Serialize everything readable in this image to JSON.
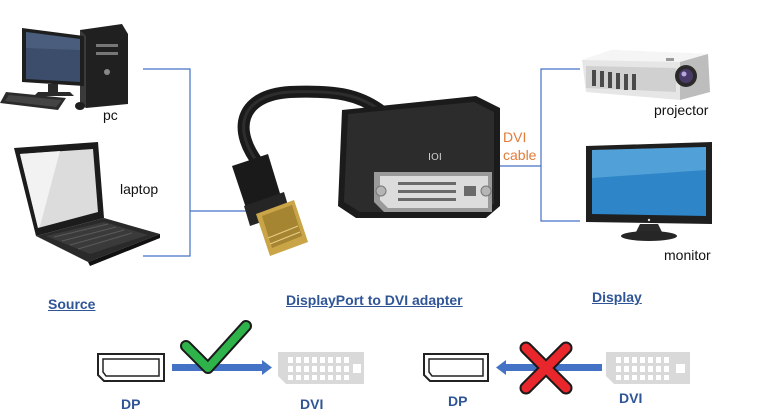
{
  "devices": {
    "pc_label": "pc",
    "laptop_label": "laptop",
    "projector_label": "projector",
    "monitor_label": "monitor"
  },
  "adapter": {
    "cable_label_line1": "DVI",
    "cable_label_line2": "cable"
  },
  "sections": {
    "source": "Source",
    "adapter": "DisplayPort to DVI adapter",
    "display": "Display"
  },
  "direction": {
    "allowed": {
      "from": "DP",
      "to": "DVI",
      "status": "check"
    },
    "blocked": {
      "from": "DP",
      "to": "DVI",
      "status": "cross"
    }
  },
  "colors": {
    "connector_line": "#4472c4",
    "arrow": "#4472c4",
    "header_text": "#2f5597",
    "cable_label": "#e07b39",
    "check": "#2db34a",
    "cross": "#e8262c"
  },
  "icons": [
    "desktop-pc-icon",
    "laptop-icon",
    "projector-icon",
    "monitor-icon",
    "adapter-icon",
    "displayport-icon",
    "dvi-port-icon",
    "check-icon",
    "cross-icon"
  ]
}
